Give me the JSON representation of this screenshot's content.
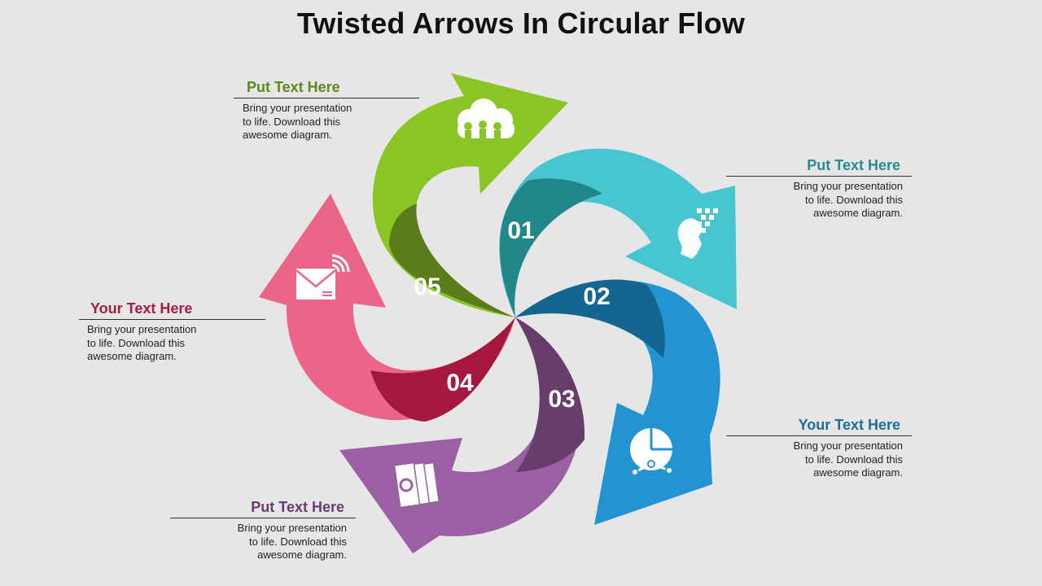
{
  "title": "Twisted Arrows In Circular Flow",
  "steps": [
    {
      "number": "01",
      "heading": "Put Text Here",
      "body": "Bring your presentation\nto life. Download this\nawesome diagram.",
      "color": "#47c6cf",
      "dark": "#22878a",
      "heading_color": "#2b8b8f",
      "icon": "head-pixels-icon"
    },
    {
      "number": "02",
      "heading": "Your Text Here",
      "body": "Bring your presentation\nto life. Download this\nawesome diagram.",
      "color": "#2394d1",
      "dark": "#146590",
      "heading_color": "#1f6e98",
      "icon": "pie-chart-icon"
    },
    {
      "number": "03",
      "heading": "Put Text Here",
      "body": "Bring your presentation\nto life. Download this\nawesome diagram.",
      "color": "#9b5fa3",
      "dark": "#673d6b",
      "heading_color": "#6b3b73",
      "icon": "documents-icon"
    },
    {
      "number": "04",
      "heading": "Your Text Here",
      "body": "Bring your presentation\nto life. Download this\nawesome diagram.",
      "color": "#eb6588",
      "dark": "#a4183e",
      "heading_color": "#a3203f",
      "icon": "mail-signal-icon"
    },
    {
      "number": "05",
      "heading": "Put Text Here",
      "body": "Bring your presentation\nto life. Download this\nawesome diagram.",
      "color": "#8ac425",
      "dark": "#5a7d1c",
      "heading_color": "#5b8a1b",
      "icon": "team-cloud-icon"
    }
  ]
}
